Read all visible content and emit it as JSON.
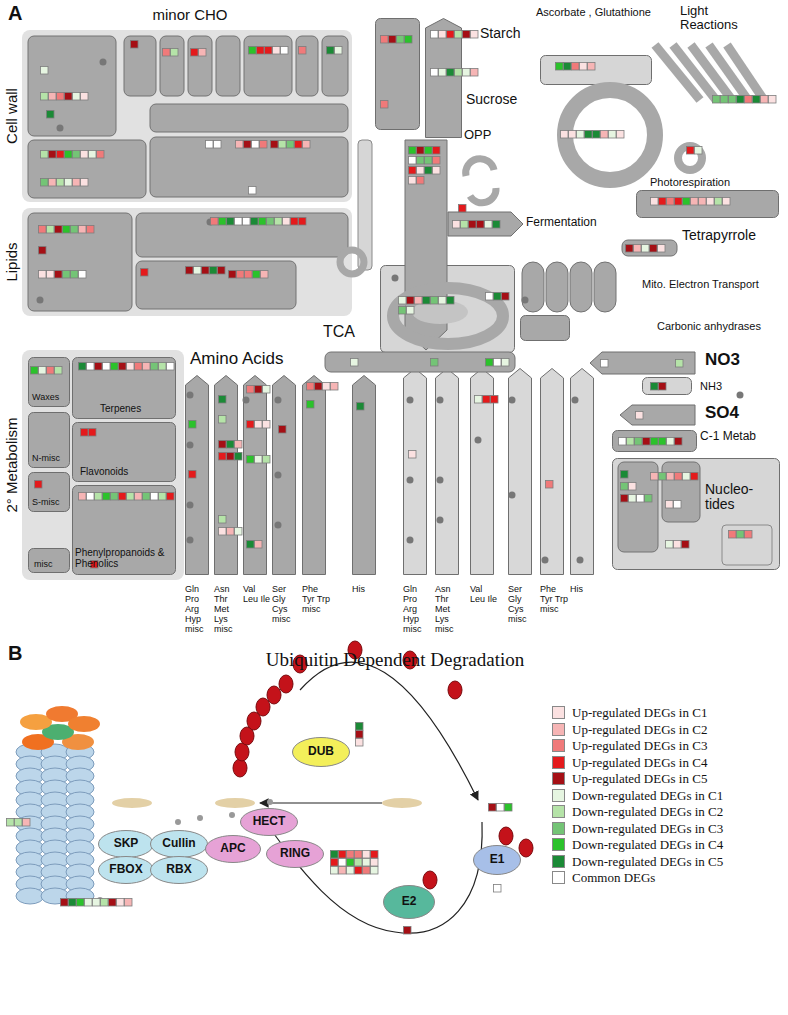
{
  "diagram": {
    "title": "Ubiquitin Dependent Degradation",
    "nodes": [
      {
        "text": [
          "Cell wall"
        ]
      },
      {
        "text": [
          "minor CHO"
        ]
      },
      {
        "text": [
          "Lipids"
        ]
      },
      {
        "text": [
          "Starch"
        ]
      },
      {
        "text": [
          "Sucrose"
        ]
      },
      {
        "text": [
          "Ascorbate , Glutathione"
        ]
      },
      {
        "text": [
          "Light Reactions"
        ]
      },
      {
        "text": [
          "OPP"
        ]
      },
      {
        "text": [
          "Fermentation"
        ]
      },
      {
        "text": [
          "Photorespiration"
        ]
      },
      {
        "text": [
          "Tetrapyrrole"
        ]
      },
      {
        "text": [
          "TCA"
        ]
      },
      {
        "text": [
          "Mito. Electron Transport"
        ]
      },
      {
        "text": [
          "Carbonic anhydrases"
        ]
      },
      {
        "text": [
          "2° Metabolism"
        ]
      },
      {
        "text": [
          "Waxes"
        ],
        "in": 14
      },
      {
        "text": [
          "Terpenes"
        ],
        "in": 14
      },
      {
        "text": [
          "N-misc"
        ],
        "in": 14
      },
      {
        "text": [
          "Flavonoids"
        ],
        "in": 14
      },
      {
        "text": [
          "S-misc"
        ],
        "in": 14
      },
      {
        "text": [
          "Phenylpropanoids & Phenolics"
        ],
        "in": 14
      },
      {
        "text": [
          "misc"
        ],
        "in": 14
      },
      {
        "text": [
          "Gln Pro Arg Hyp misc"
        ]
      },
      {
        "text": [
          "Asn Thr Met Lys misc"
        ]
      },
      {
        "text": [
          "Val Leu Ile"
        ]
      },
      {
        "text": [
          "Ser Gly Cys misc"
        ]
      },
      {
        "text": [
          "Phe Tyr Trp misc"
        ]
      },
      {
        "text": [
          "His"
        ]
      },
      {
        "text": [
          "Gln Pro Arg Hyp misc"
        ]
      },
      {
        "text": [
          "Asn Thr Met Lys misc"
        ]
      },
      {
        "text": [
          "Val Leu Ile"
        ]
      },
      {
        "text": [
          "Ser Gly Cys misc"
        ]
      },
      {
        "text": [
          "Phe Tyr Trp misc"
        ]
      },
      {
        "text": [
          "His"
        ]
      },
      {
        "text": [
          "NO3"
        ]
      },
      {
        "text": [
          "NH3"
        ]
      },
      {
        "text": [
          "SO4"
        ]
      },
      {
        "text": [
          "C-1 Metab"
        ]
      },
      {
        "text": [
          "Nucleo- tides"
        ]
      },
      {
        "text": [
          "DUB"
        ]
      },
      {
        "text": [
          "SKP"
        ]
      },
      {
        "text": [
          "Cullin"
        ]
      },
      {
        "text": [
          "FBOX"
        ]
      },
      {
        "text": [
          "RBX"
        ]
      },
      {
        "text": [
          "APC"
        ]
      },
      {
        "text": [
          "HECT"
        ]
      },
      {
        "text": [
          "RING"
        ]
      },
      {
        "text": [
          "E1"
        ]
      },
      {
        "text": [
          "E2"
        ]
      }
    ],
    "labels": [
      "A",
      "Amino Acids",
      "B"
    ],
    "legend": [
      {
        "text": "Up-regulated DEGs in C1",
        "color": "#fbe1e1"
      },
      {
        "text": "Up-regulated DEGs in C2",
        "color": "#f6b5b5"
      },
      {
        "text": "Up-regulated DEGs in C3",
        "color": "#f07a7a"
      },
      {
        "text": "Up-regulated DEGs in C4",
        "color": "#e41a1c"
      },
      {
        "text": "Up-regulated DEGs in C5",
        "color": "#a50f15"
      },
      {
        "text": "Down-regulated DEGs in C1",
        "color": "#e6f5e1"
      },
      {
        "text": "Down-regulated DEGs in C2",
        "color": "#b5e3a8"
      },
      {
        "text": "Down-regulated DEGs in C3",
        "color": "#74c476"
      },
      {
        "text": "Down-regulated DEGs in C4",
        "color": "#2bc22b"
      },
      {
        "text": "Down-regulated DEGs in C5",
        "color": "#1b8a36"
      },
      {
        "text": "Common DEGs",
        "color": "#ffffff"
      }
    ]
  }
}
